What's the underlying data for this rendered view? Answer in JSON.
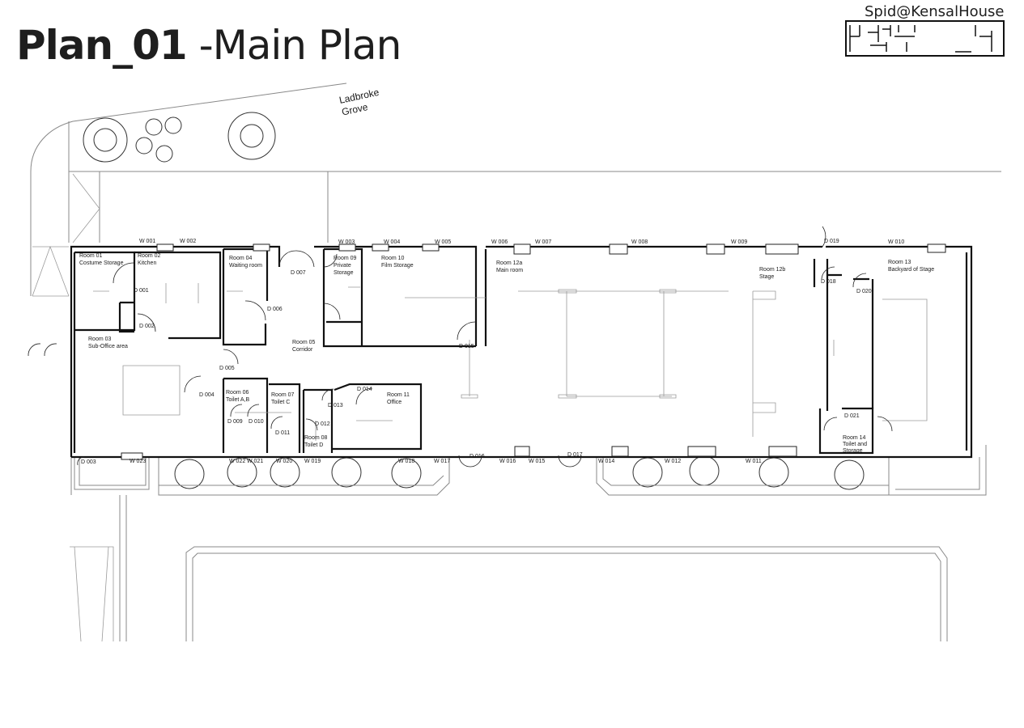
{
  "header": {
    "title_bold": "Plan_01",
    "title_rest": " -Main Plan",
    "project_name": "Spid@KensalHouse"
  },
  "street": {
    "line1": "Ladbroke",
    "line2": "Grove"
  },
  "rooms": [
    {
      "id": "room-01",
      "name": "Room 01",
      "desc": "Costume Storage"
    },
    {
      "id": "room-02",
      "name": "Room 02",
      "desc": "Kitchen"
    },
    {
      "id": "room-03",
      "name": "Room 03",
      "desc": "Sub-Office area"
    },
    {
      "id": "room-04",
      "name": "Room 04",
      "desc": "Waiting room"
    },
    {
      "id": "room-05",
      "name": "Room 05",
      "desc": "Corridor"
    },
    {
      "id": "room-06",
      "name": "Room 06",
      "desc": "Toilet A,B"
    },
    {
      "id": "room-07",
      "name": "Room 07",
      "desc": "Toilet C"
    },
    {
      "id": "room-08",
      "name": "Room 08",
      "desc": "Toilet D"
    },
    {
      "id": "room-09",
      "name": "Room 09",
      "desc": "Private",
      "desc2": "Storage"
    },
    {
      "id": "room-10",
      "name": "Room 10",
      "desc": "Film Storage"
    },
    {
      "id": "room-11",
      "name": "Room 11",
      "desc": "Office"
    },
    {
      "id": "room-12a",
      "name": "Room 12a",
      "desc": "Main room"
    },
    {
      "id": "room-12b",
      "name": "Room 12b",
      "desc": "Stage"
    },
    {
      "id": "room-13",
      "name": "Room 13",
      "desc": "Backyard of Stage"
    },
    {
      "id": "room-14",
      "name": "Room 14",
      "desc": "Toilet and",
      "desc2": "Storage"
    }
  ],
  "windows_top": [
    "W 001",
    "W 002",
    "W 003",
    "W 004",
    "W 005",
    "W 006",
    "W 007",
    "W 008",
    "W 009",
    "W 010"
  ],
  "windows_bottom": [
    "W 023",
    "W 022",
    "W 021",
    "W 020",
    "W 019",
    "W 018",
    "W 017",
    "W 016",
    "W 015",
    "W 014",
    "W 012",
    "W 011"
  ],
  "doors": [
    "D 001",
    "D 002",
    "D 003",
    "D 004",
    "D 005",
    "D 006",
    "D 007",
    "D 009",
    "D 010",
    "D 011",
    "D 012",
    "D 013",
    "D 014",
    "D 015",
    "D 016",
    "D 017",
    "D 018",
    "D 019",
    "D 020",
    "D 021"
  ]
}
